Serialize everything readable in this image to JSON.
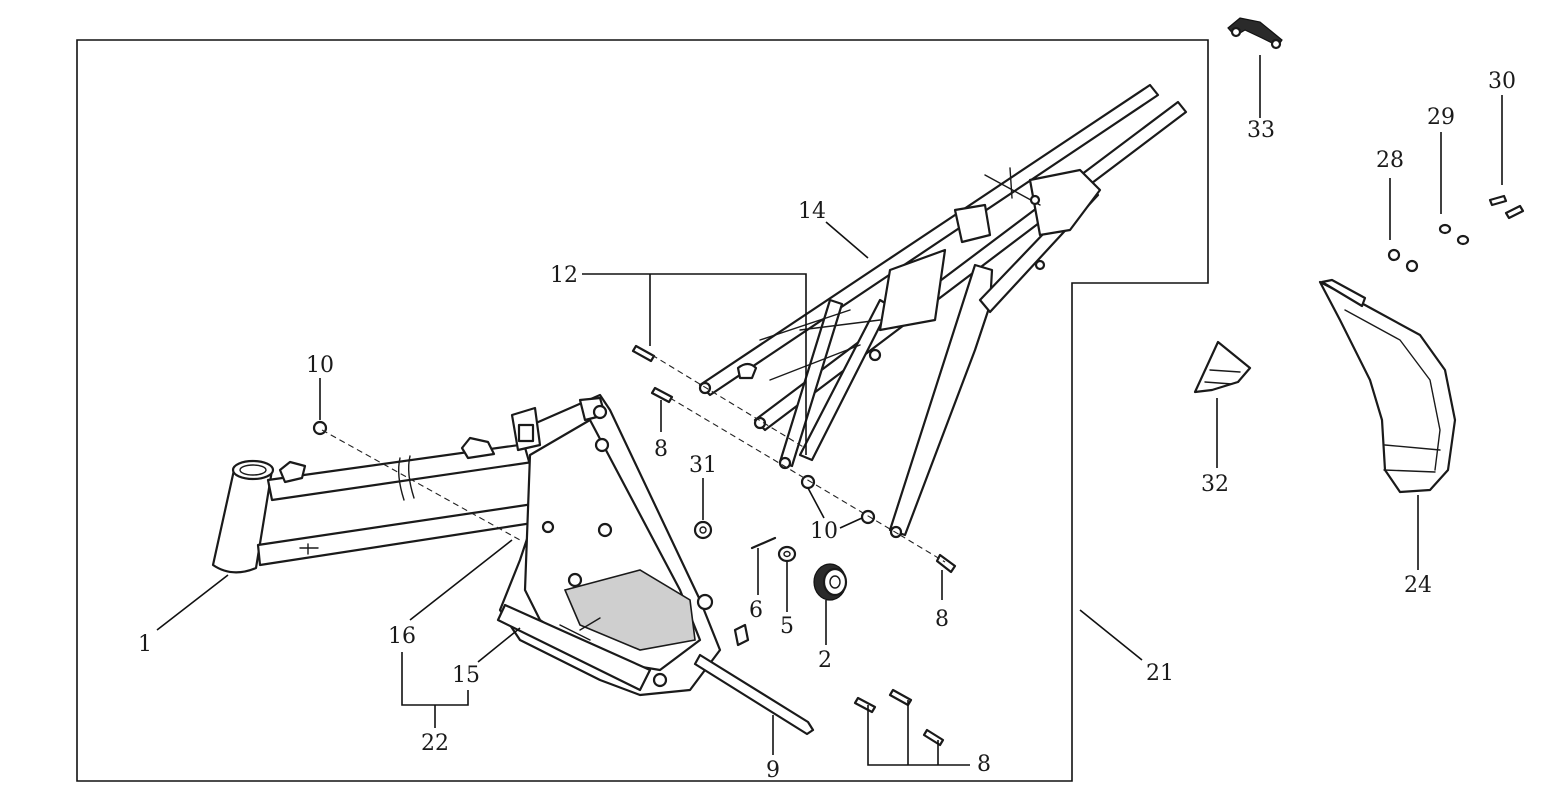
{
  "callouts": {
    "c1": "1",
    "c2": "2",
    "c5": "5",
    "c6": "6",
    "c8a": "8",
    "c8b": "8",
    "c8c": "8",
    "c9": "9",
    "c10a": "10",
    "c10b": "10",
    "c12": "12",
    "c14": "14",
    "c15": "15",
    "c16": "16",
    "c21": "21",
    "c22": "22",
    "c24": "24",
    "c28": "28",
    "c29": "29",
    "c30": "30",
    "c31": "31",
    "c32": "32",
    "c33": "33"
  }
}
